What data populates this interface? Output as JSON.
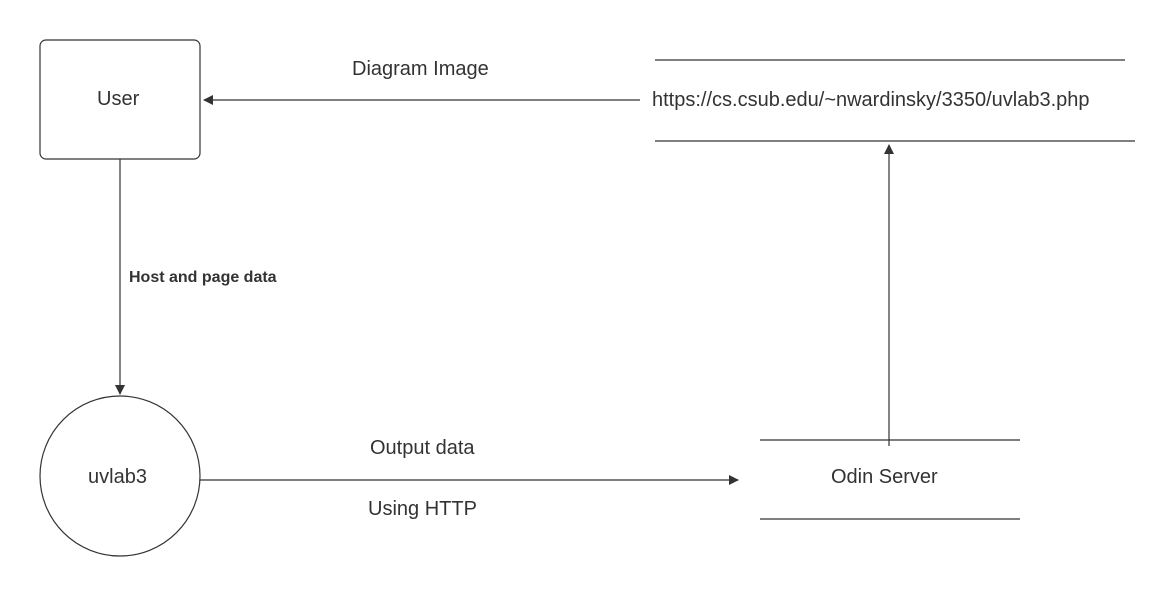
{
  "nodes": {
    "user": {
      "label": "User",
      "shape": "rounded-rectangle"
    },
    "process": {
      "label": "uvlab3",
      "shape": "circle"
    },
    "datastore_url": {
      "label": "https://cs.csub.edu/~nwardinsky/3350/uvlab3.php",
      "shape": "open-rectangle"
    },
    "datastore_server": {
      "label": "Odin Server",
      "shape": "open-rectangle"
    }
  },
  "edges": {
    "user_to_process": {
      "label": "Host and page data"
    },
    "process_to_server": {
      "label_top": "Output data",
      "label_bottom": "Using HTTP"
    },
    "server_to_url": {
      "label": ""
    },
    "url_to_user": {
      "label": "Diagram Image"
    }
  },
  "colors": {
    "stroke": "#333333",
    "text": "#333333",
    "background": "#ffffff"
  }
}
